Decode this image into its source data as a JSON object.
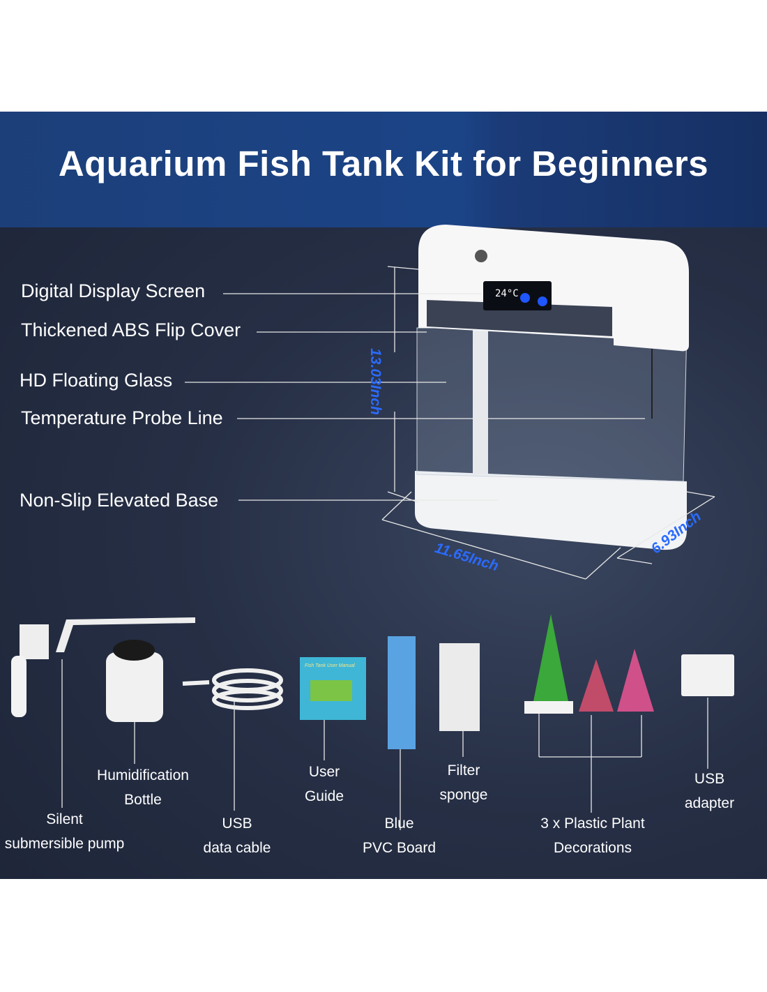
{
  "title": "Aquarium Fish Tank Kit for Beginners",
  "callouts": [
    "Digital Display Screen",
    "Thickened ABS Flip Cover",
    "HD Floating Glass",
    "Temperature Probe Line",
    "Non-Slip Elevated Base"
  ],
  "dimensions": {
    "height": "13.03Inch",
    "width": "11.65Inch",
    "depth": "6.93Inch"
  },
  "display": {
    "temperature": "24°C"
  },
  "manual_cover_text": "Fish Tank User Manual",
  "accessories": [
    {
      "line1": "Silent",
      "line2": "submersible pump"
    },
    {
      "line1": "Humidification",
      "line2": "Bottle"
    },
    {
      "line1": "USB",
      "line2": "data cable"
    },
    {
      "line1": "User",
      "line2": "Guide"
    },
    {
      "line1": "Blue",
      "line2": "PVC Board"
    },
    {
      "line1": "Filter",
      "line2": "sponge"
    },
    {
      "line1": "3 x Plastic Plant",
      "line2": "Decorations"
    },
    {
      "line1": "USB",
      "line2": "adapter"
    }
  ],
  "colors": {
    "banner": "#1b4487",
    "panel": "#262f45",
    "dimension_text": "#2a6bff"
  }
}
